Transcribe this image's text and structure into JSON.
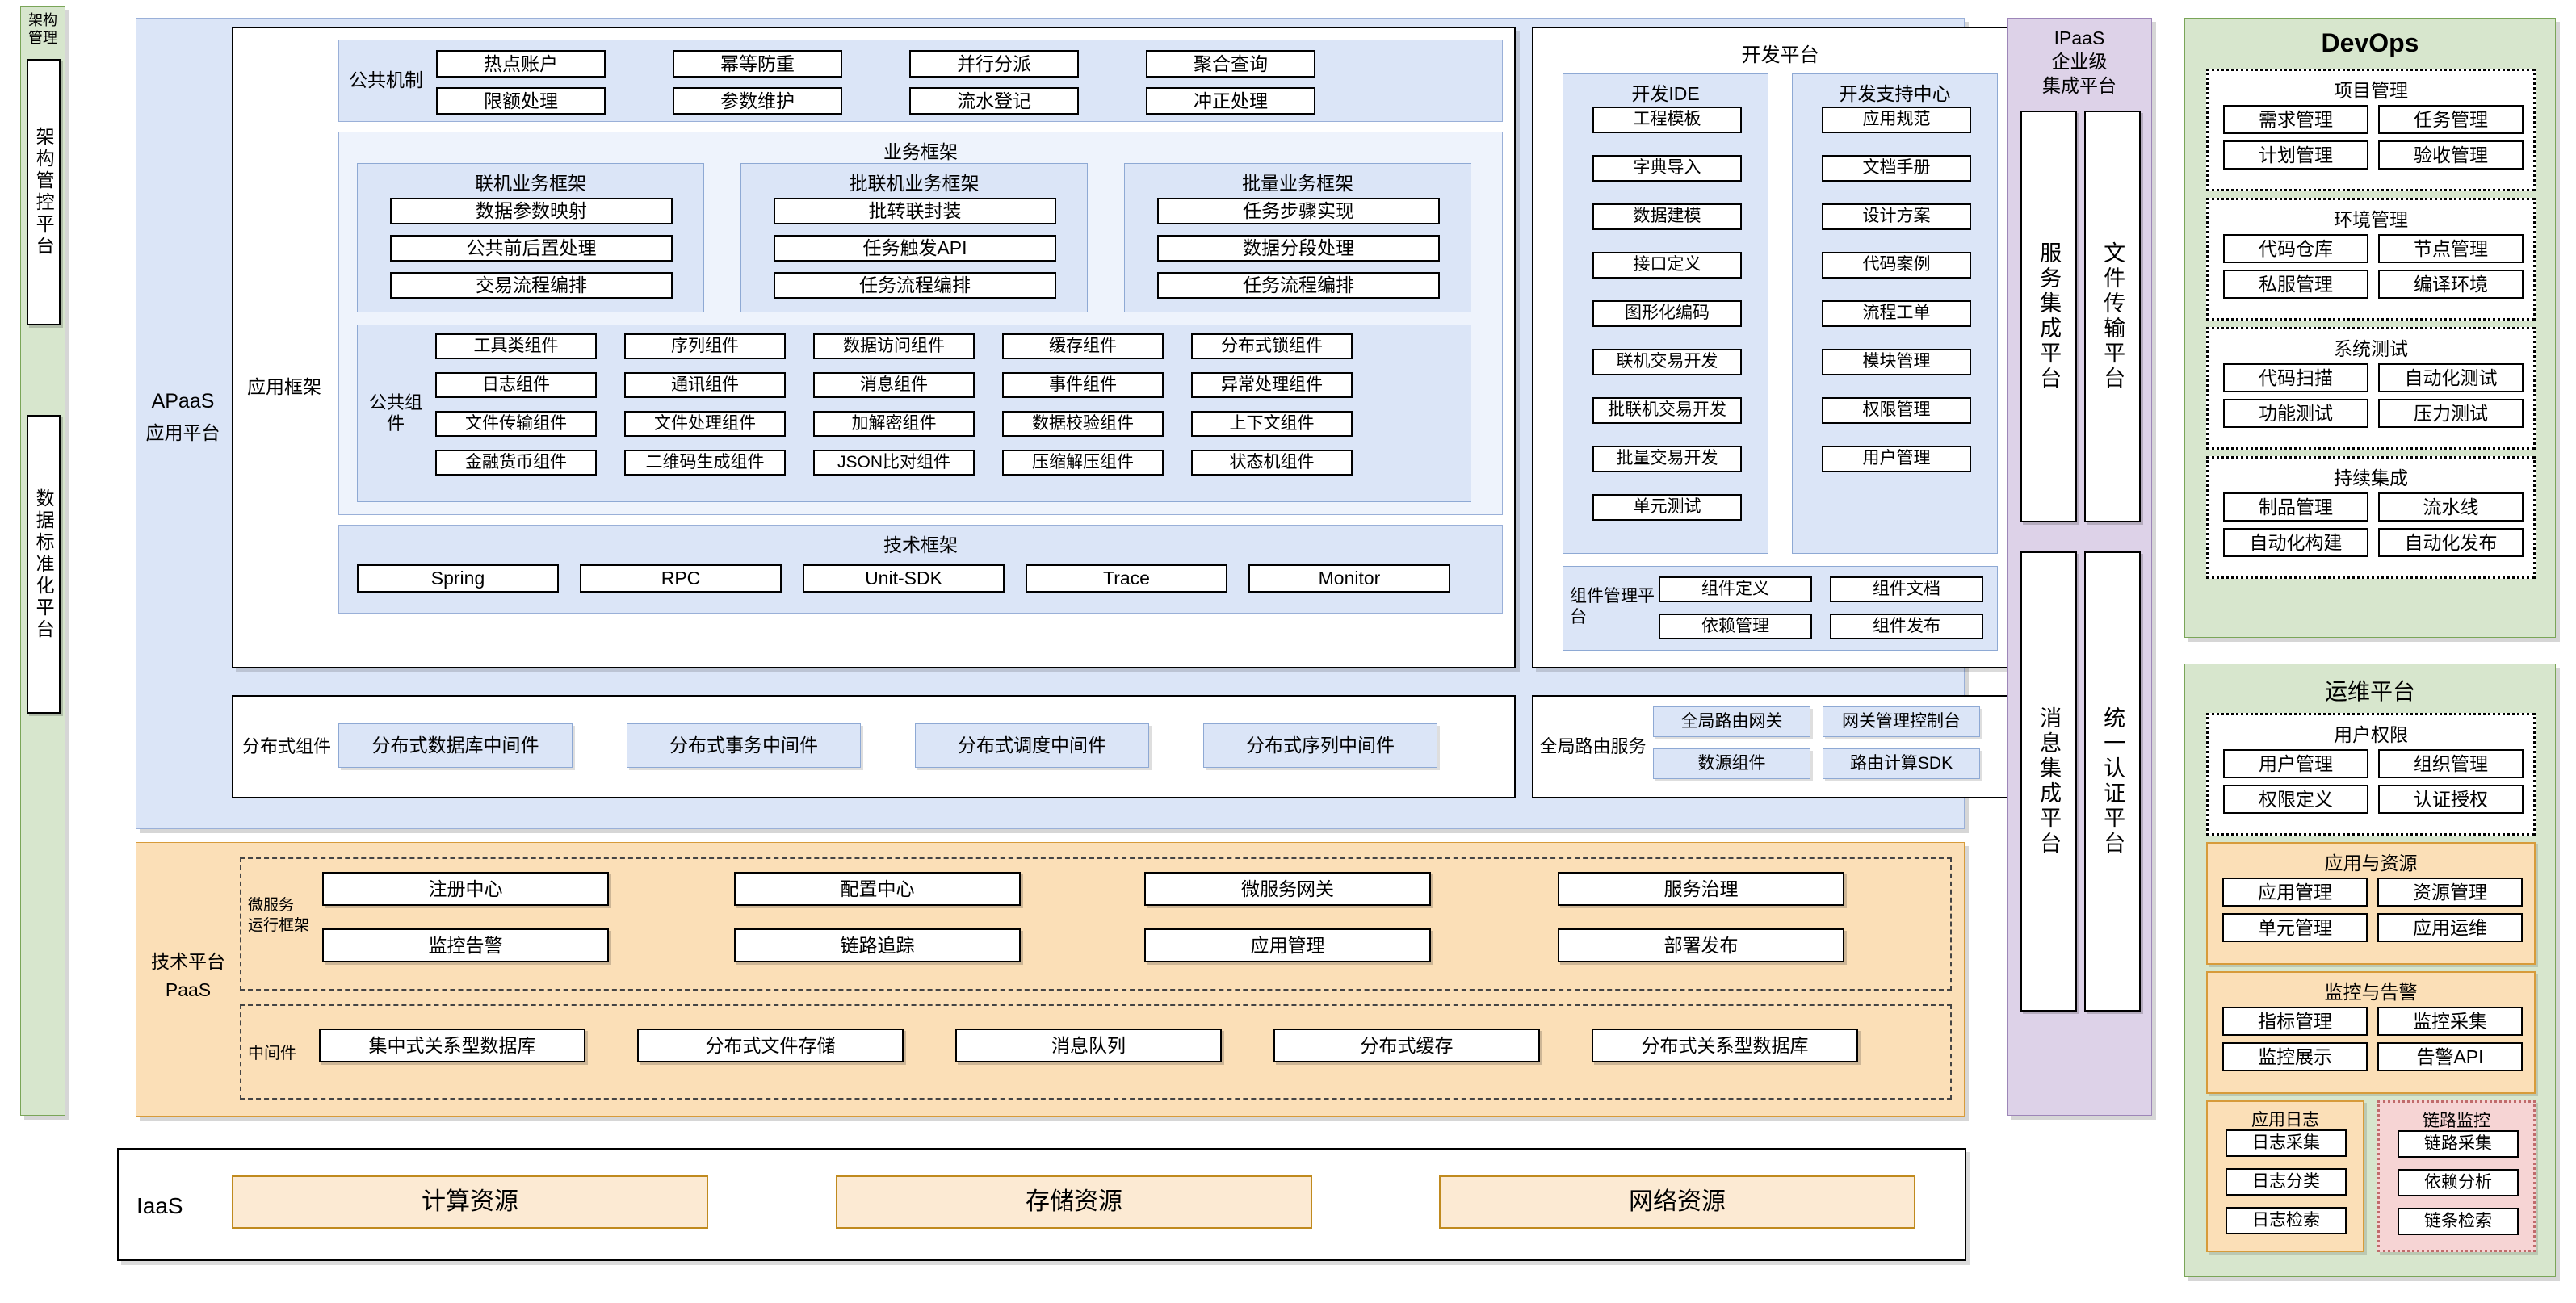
{
  "left_column": {
    "header": "架构\n管理",
    "items": [
      {
        "label": "架构管控平台"
      },
      {
        "label": "数据标准化平台"
      }
    ]
  },
  "apaas": {
    "side_label_en": "APaaS",
    "side_label_cn": "应用平台",
    "app_framework": {
      "title": "应用框架",
      "public_mechanism": {
        "label": "公共机制",
        "items": [
          "热点账户",
          "幂等防重",
          "并行分派",
          "聚合查询",
          "限额处理",
          "参数维护",
          "流水登记",
          "冲正处理"
        ]
      },
      "business_framework": {
        "title": "业务框架",
        "groups": [
          {
            "title": "联机业务框架",
            "items": [
              "数据参数映射",
              "公共前后置处理",
              "交易流程编排"
            ]
          },
          {
            "title": "批联机业务框架",
            "items": [
              "批转联封装",
              "任务触发API",
              "任务流程编排"
            ]
          },
          {
            "title": "批量业务框架",
            "items": [
              "任务步骤实现",
              "数据分段处理",
              "任务流程编排"
            ]
          }
        ]
      },
      "public_components": {
        "label": "公共组件",
        "rows": [
          [
            "工具类组件",
            "序列组件",
            "数据访问组件",
            "缓存组件",
            "分布式锁组件"
          ],
          [
            "日志组件",
            "通讯组件",
            "消息组件",
            "事件组件",
            "异常处理组件"
          ],
          [
            "文件传输组件",
            "文件处理组件",
            "加解密组件",
            "数据校验组件",
            "上下文组件"
          ],
          [
            "金融货币组件",
            "二维码生成组件",
            "JSON比对组件",
            "压缩解压组件",
            "状态机组件"
          ]
        ]
      },
      "tech_framework": {
        "title": "技术框架",
        "items": [
          "Spring",
          "RPC",
          "Unit-SDK",
          "Trace",
          "Monitor"
        ]
      }
    },
    "dev_platform": {
      "title": "开发平台",
      "dev_ide": {
        "title": "开发IDE",
        "items": [
          "工程模板",
          "字典导入",
          "数据建模",
          "接口定义",
          "图形化编码",
          "联机交易开发",
          "批联机交易开发",
          "批量交易开发",
          "单元测试"
        ]
      },
      "dev_support": {
        "title": "开发支持中心",
        "items": [
          "应用规范",
          "文档手册",
          "设计方案",
          "代码案例",
          "流程工单",
          "模块管理",
          "权限管理",
          "用户管理"
        ]
      },
      "component_platform": {
        "label": "组件管理平台",
        "items": [
          "组件定义",
          "组件文档",
          "依赖管理",
          "组件发布"
        ]
      }
    },
    "distributed_components": {
      "label": "分布式组件",
      "items": [
        "分布式数据库中间件",
        "分布式事务中间件",
        "分布式调度中间件",
        "分布式序列中间件"
      ]
    },
    "global_routing": {
      "label": "全局路由服务",
      "items": [
        "全局路由网关",
        "网关管理控制台",
        "数源组件",
        "路由计算SDK"
      ]
    }
  },
  "tech_paas": {
    "side_label_cn": "技术平台",
    "side_label_en": "PaaS",
    "microservice": {
      "label": "微服务\n运行框架",
      "items": [
        "注册中心",
        "配置中心",
        "微服务网关",
        "服务治理",
        "监控告警",
        "链路追踪",
        "应用管理",
        "部署发布"
      ]
    },
    "middleware": {
      "label": "中间件",
      "items": [
        "集中式关系型数据库",
        "分布式文件存储",
        "消息队列",
        "分布式缓存",
        "分布式关系型数据库"
      ]
    }
  },
  "iaas": {
    "label": "IaaS",
    "items": [
      "计算资源",
      "存储资源",
      "网络资源"
    ]
  },
  "ipaas": {
    "title": "IPaaS\n企业级\n集成平台",
    "items": [
      "服务集成平台",
      "文件传输平台",
      "消息集成平台",
      "统一认证平台"
    ]
  },
  "devops": {
    "title": "DevOps",
    "groups": [
      {
        "title": "项目管理",
        "items": [
          "需求管理",
          "任务管理",
          "计划管理",
          "验收管理"
        ]
      },
      {
        "title": "环境管理",
        "items": [
          "代码仓库",
          "节点管理",
          "私服管理",
          "编译环境"
        ]
      },
      {
        "title": "系统测试",
        "items": [
          "代码扫描",
          "自动化测试",
          "功能测试",
          "压力测试"
        ]
      },
      {
        "title": "持续集成",
        "items": [
          "制品管理",
          "流水线",
          "自动化构建",
          "自动化发布"
        ]
      }
    ]
  },
  "ops_platform": {
    "title": "运维平台",
    "groups": [
      {
        "title": "用户权限",
        "style": "dotted",
        "items": [
          "用户管理",
          "组织管理",
          "权限定义",
          "认证授权"
        ]
      },
      {
        "title": "应用与资源",
        "style": "orange",
        "items": [
          "应用管理",
          "资源管理",
          "单元管理",
          "应用运维"
        ]
      },
      {
        "title": "监控与告警",
        "style": "orange",
        "items": [
          "指标管理",
          "监控采集",
          "监控展示",
          "告警API"
        ]
      }
    ],
    "bottom": [
      {
        "title": "应用日志",
        "style": "orange",
        "items": [
          "日志采集",
          "日志分类",
          "日志检索"
        ]
      },
      {
        "title": "链路监控",
        "style": "pink",
        "items": [
          "链路采集",
          "依赖分析",
          "链条检索"
        ]
      }
    ]
  },
  "colors": {
    "green": "#d7e6cd",
    "purple": "#ddd2e8",
    "blue": "#dbe5f7",
    "orange": "#fbdfb7",
    "pink": "#f6d4d4",
    "leaf_blue": "#dbe5f7",
    "leaf_orange": "#fcead3"
  }
}
